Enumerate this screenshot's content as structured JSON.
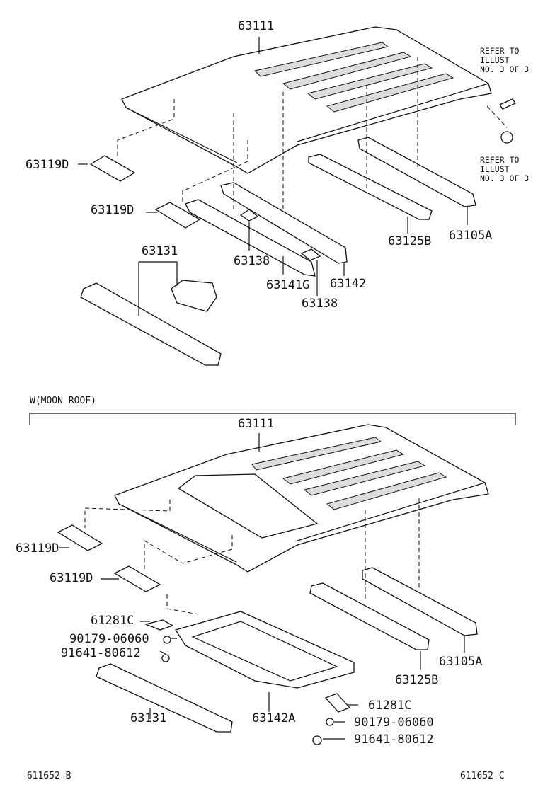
{
  "upper": {
    "labels": {
      "roof": "63111",
      "pad_a": "63119D",
      "pad_b": "63119D",
      "rear_rail": "63131",
      "bracket_a": "63138",
      "front_rail": "63141G",
      "center_rail": "63142",
      "bracket_b": "63138",
      "bow": "63125B",
      "side_rail": "63105A"
    },
    "refer_top": [
      "REFER TO",
      "ILLUST",
      "NO. 3 OF 3"
    ],
    "refer_bottom": [
      "REFER TO",
      "ILLUST",
      "NO. 3 OF 3"
    ]
  },
  "section_title": "W(MOON ROOF)",
  "lower": {
    "labels": {
      "roof": "63111",
      "pad_a": "63119D",
      "pad_b": "63119D",
      "bracket_l": "61281C",
      "nut_l": "90179-06060",
      "bolt_l": "91641-80612",
      "rear_rail": "63131",
      "housing": "63142A",
      "bracket_r": "61281C",
      "nut_r": "90179-06060",
      "bolt_r": "91641-80612",
      "bow": "63125B",
      "side_rail": "63105A"
    }
  },
  "footer": {
    "left_code": "-611652-B",
    "right_code": "611652-C"
  }
}
